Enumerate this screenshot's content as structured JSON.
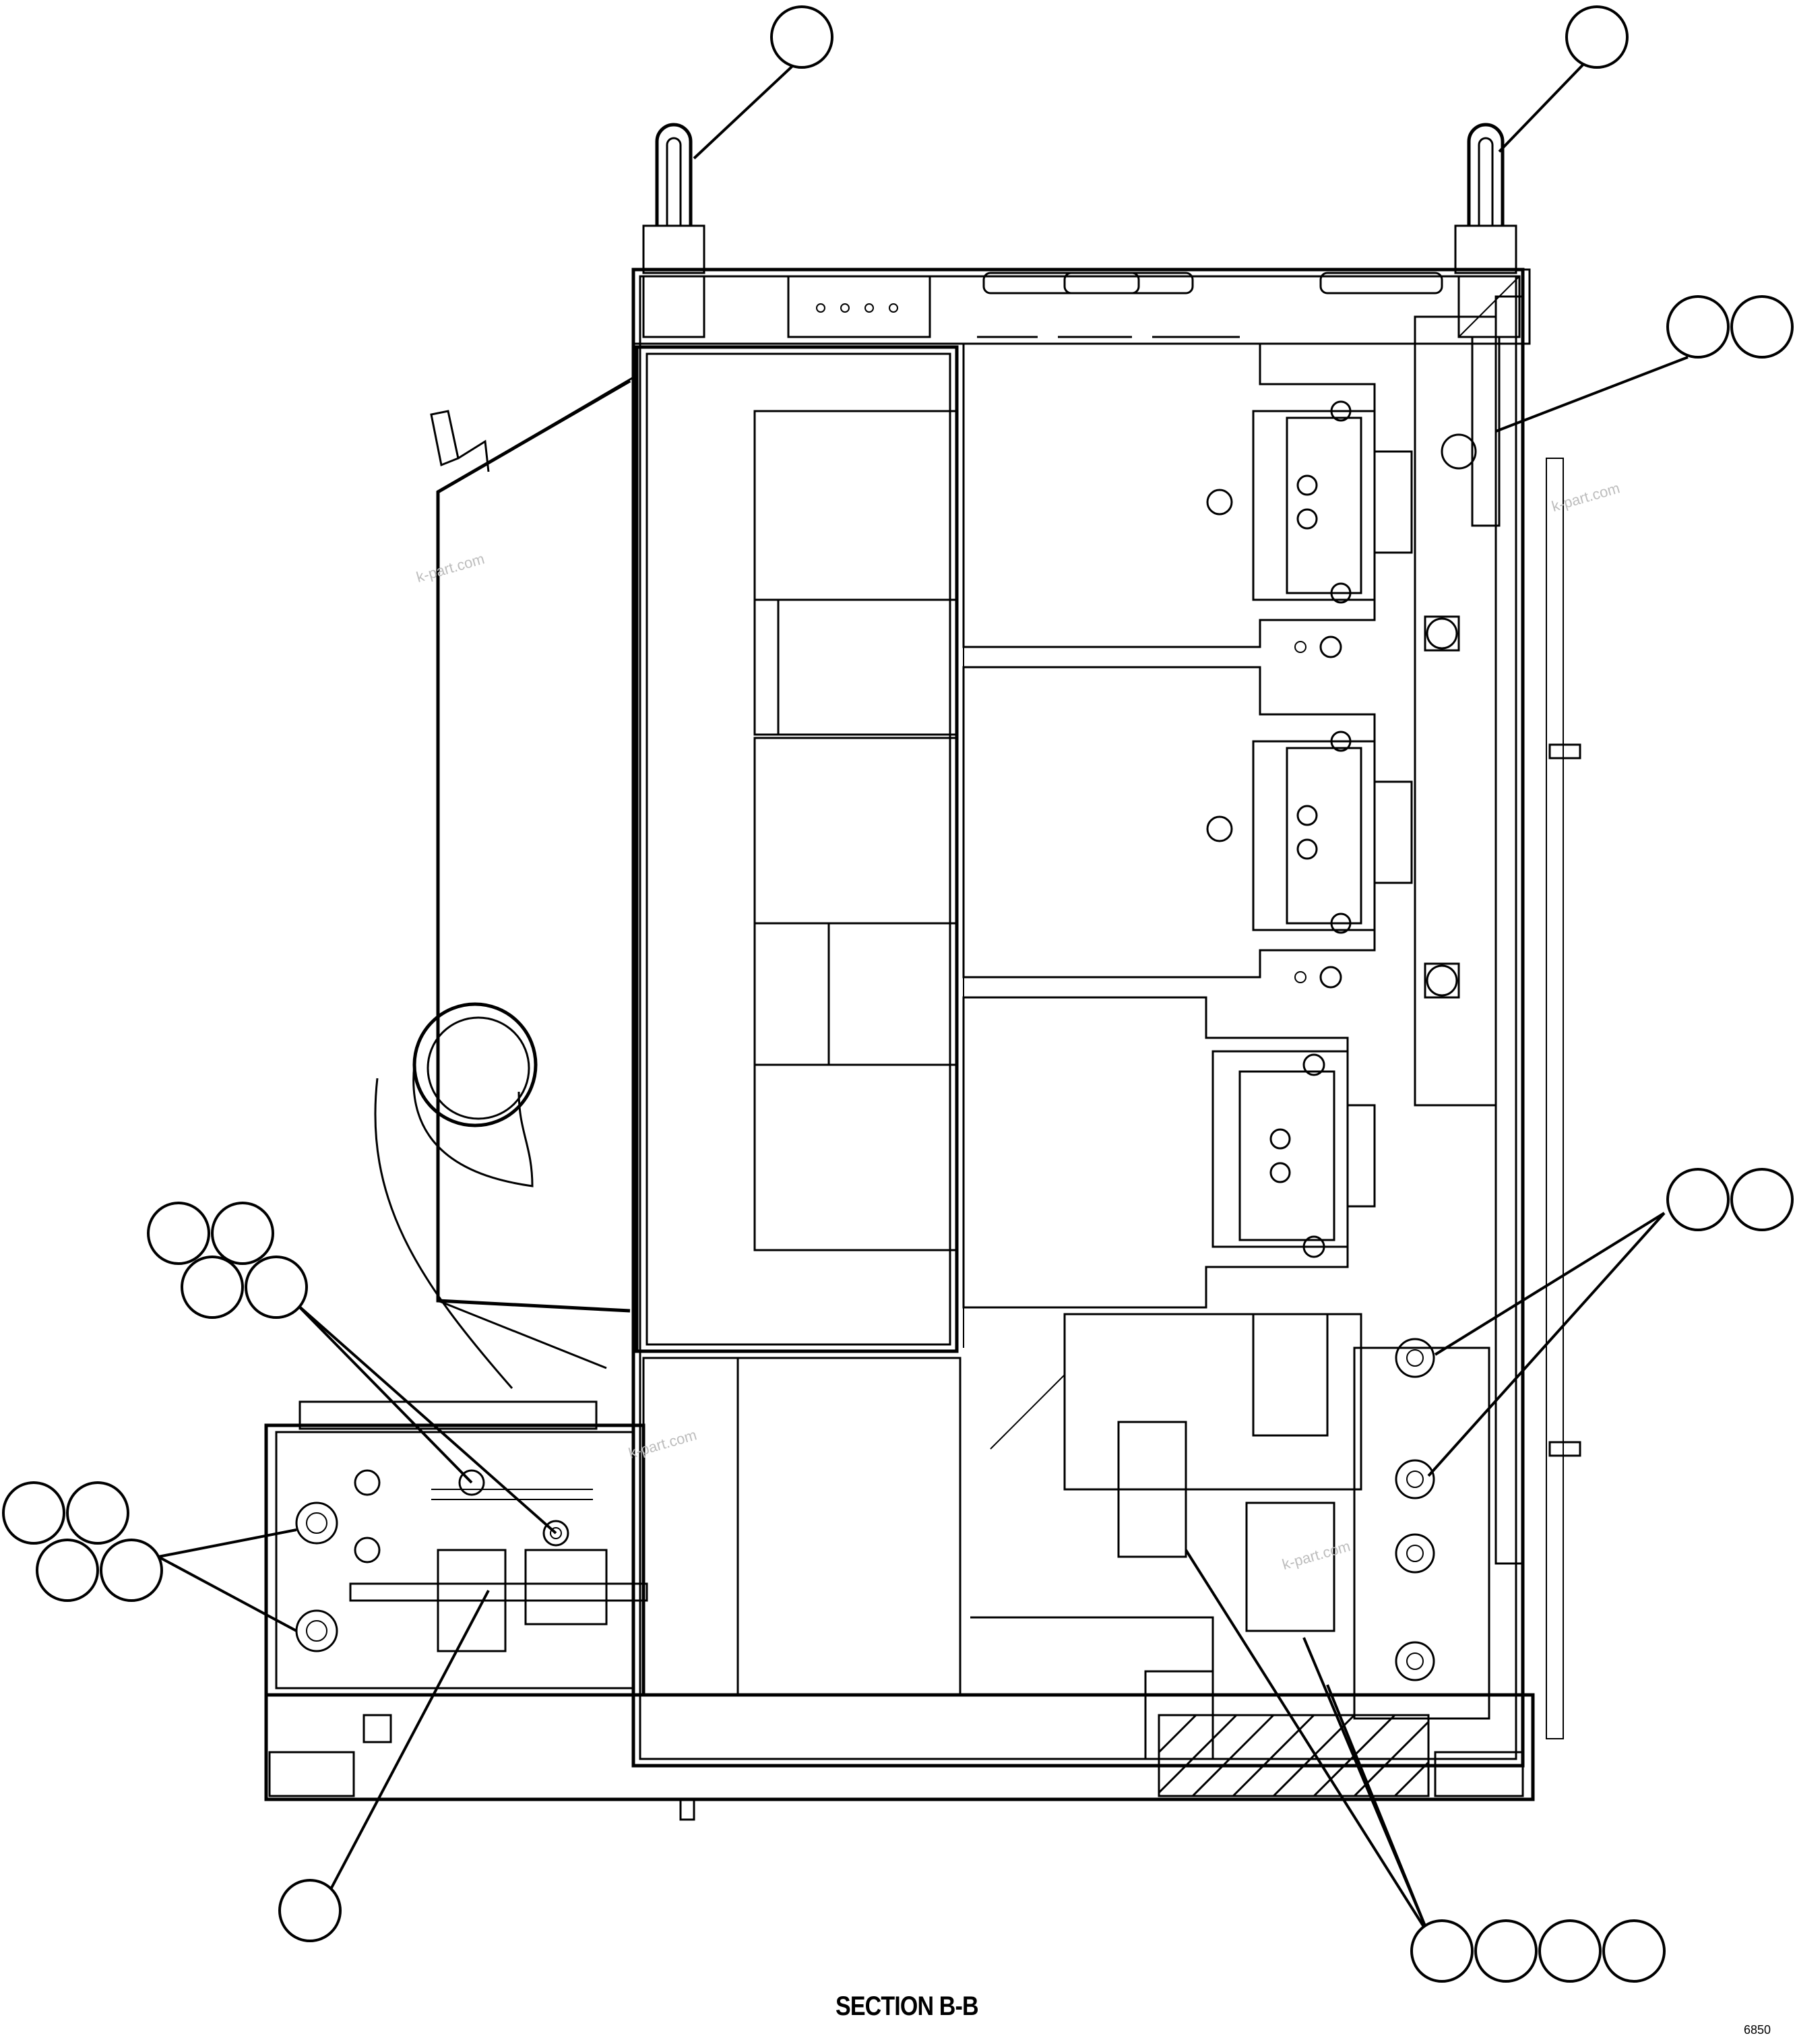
{
  "drawing": {
    "section_title": "SECTION B-B",
    "drawing_number": "6850",
    "watermarks": [
      "k-part.com",
      "k-part.com",
      "k-part.com",
      "k-part.com"
    ]
  },
  "callouts": [
    {
      "id": "top-left",
      "label": ""
    },
    {
      "id": "top-right",
      "label": ""
    },
    {
      "id": "right-upper-a",
      "label": ""
    },
    {
      "id": "right-upper-b",
      "label": ""
    },
    {
      "id": "right-middle-a",
      "label": ""
    },
    {
      "id": "right-middle-b",
      "label": ""
    },
    {
      "id": "left-mid-1",
      "label": ""
    },
    {
      "id": "left-mid-2",
      "label": ""
    },
    {
      "id": "left-mid-3",
      "label": ""
    },
    {
      "id": "left-mid-4",
      "label": ""
    },
    {
      "id": "left-low-1",
      "label": ""
    },
    {
      "id": "left-low-2",
      "label": ""
    },
    {
      "id": "left-low-3",
      "label": ""
    },
    {
      "id": "left-low-4",
      "label": ""
    },
    {
      "id": "bottom-left",
      "label": ""
    },
    {
      "id": "bottom-right-1",
      "label": ""
    },
    {
      "id": "bottom-right-2",
      "label": ""
    },
    {
      "id": "bottom-right-3",
      "label": ""
    },
    {
      "id": "bottom-right-4",
      "label": ""
    }
  ]
}
